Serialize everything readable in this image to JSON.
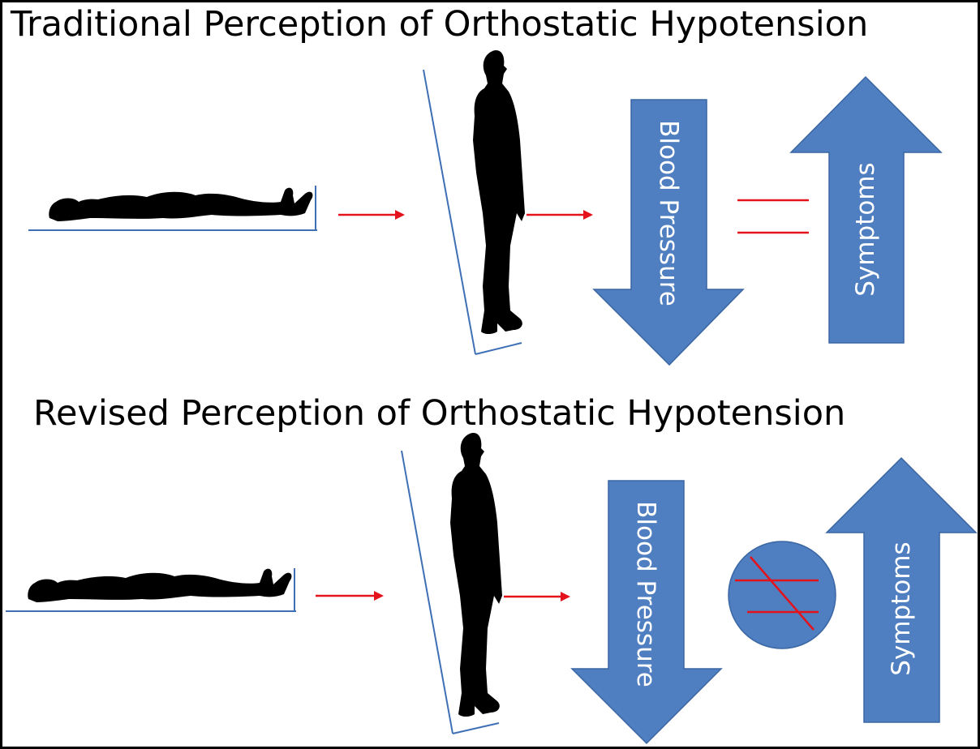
{
  "panels": [
    {
      "title": "Traditional Perception of Orthostatic Hypotension",
      "bp_label": "Blood Pressure",
      "symptoms_label": "Symptoms",
      "relation": "equals-sign"
    },
    {
      "title": "Revised Perception of Orthostatic Hypotension",
      "bp_label": "Blood Pressure",
      "symptoms_label": "Symptoms",
      "relation": "not-equal-sign"
    }
  ],
  "colors": {
    "arrow_fill": "#4f7fc0",
    "arrow_stroke": "#3a66a4",
    "transition_arrow": "#e3121b",
    "surface_line": "#3f6fb5",
    "silhouette": "#000000",
    "border": "#000000"
  }
}
